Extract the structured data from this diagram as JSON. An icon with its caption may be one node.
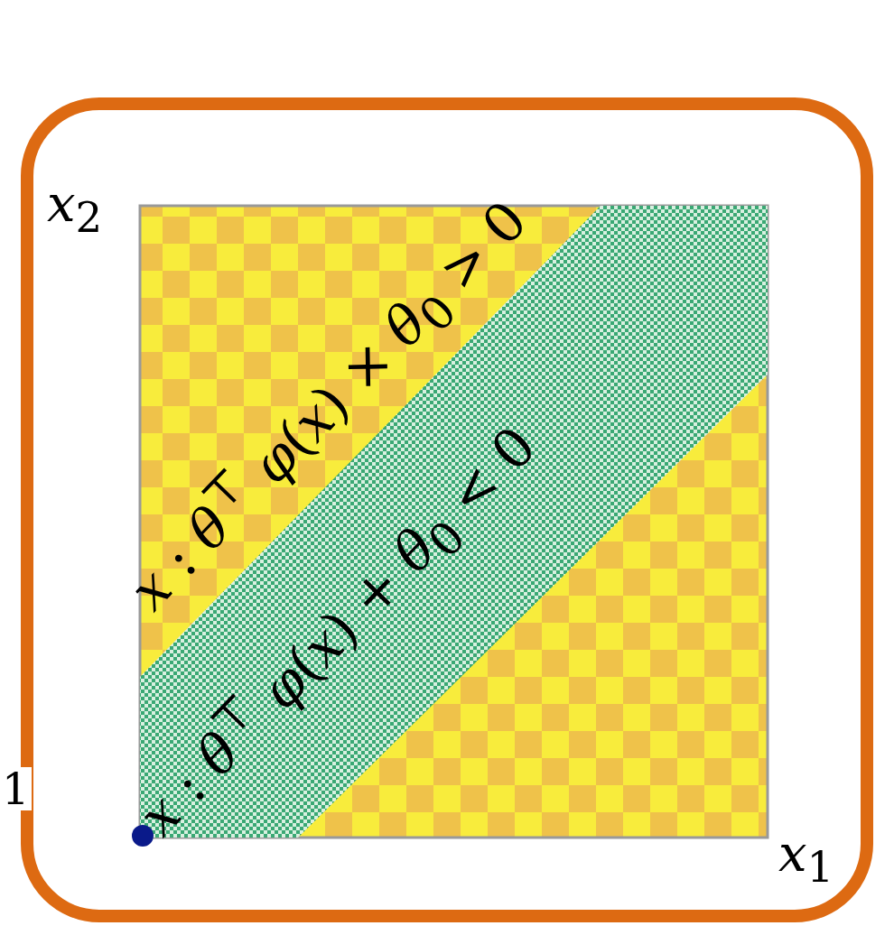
{
  "diagram": {
    "labels": [
      "*x*$_{2}$",
      "*x*$_{1}$",
      "1",
      "*x* : *θ*$^{⊤}$ *φ*(*x*) × *θ*$_{0}$ > 0",
      "*x* : *θ*$^{⊤}$ *φ*(*x*) + *θ*$_{0}$ < 0"
    ]
  }
}
